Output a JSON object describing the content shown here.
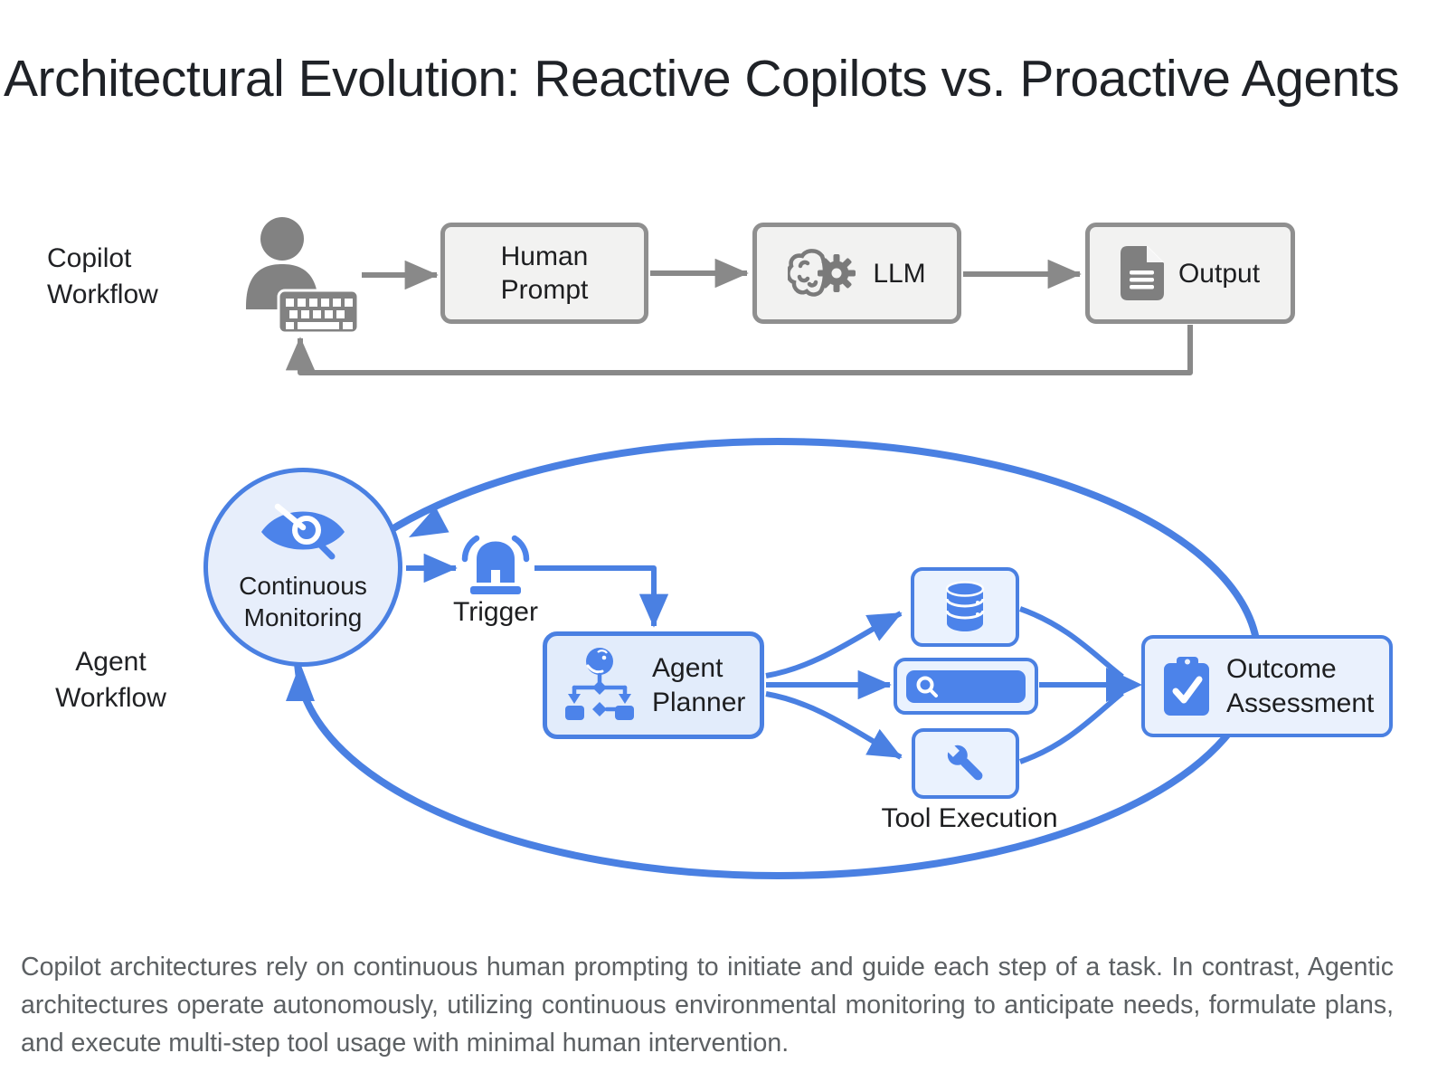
{
  "title": "Architectural Evolution: Reactive Copilots vs. Proactive Agents",
  "copilot": {
    "row_label": "Copilot\nWorkflow",
    "human_prompt": "Human\nPrompt",
    "llm": "LLM",
    "output": "Output"
  },
  "agent": {
    "row_label": "Agent\nWorkflow",
    "monitoring": "Continuous\nMonitoring",
    "trigger": "Trigger",
    "planner": "Agent\nPlanner",
    "tool_execution": "Tool Execution",
    "outcome": "Outcome\nAssessment"
  },
  "caption": "Copilot architectures rely on continuous human prompting to initiate and guide each step of a task. In contrast, Agentic architectures operate autonomously, utilizing continuous environmental monitoring to anticipate needs, formulate plans, and execute multi-step tool usage with minimal human intervention.",
  "colors": {
    "accent_blue": "#4a80e2",
    "icon_blue": "#4c83ea",
    "light_blue_fill": "#e7eefb",
    "gray_border": "#8f8f8f",
    "gray_fill": "#f2f2f1",
    "text": "#202124",
    "caption_text": "#5c6063"
  }
}
